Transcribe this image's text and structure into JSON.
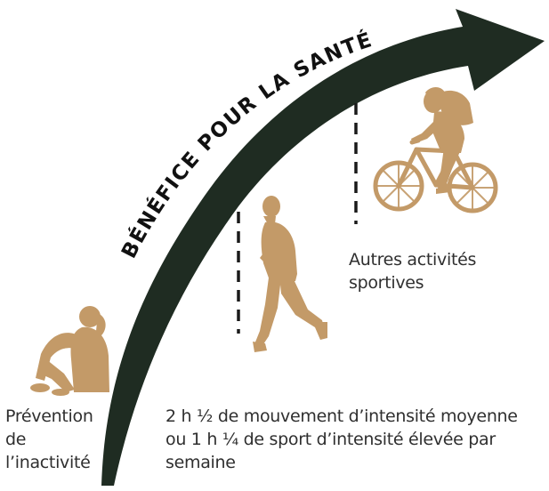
{
  "diagram": {
    "arrow_label": "BÉNÉFICE POUR LA SANTÉ",
    "colors": {
      "arrow": "#1f2c22",
      "figure": "#c39a68",
      "text": "#2f2f2f",
      "divider": "#1a1a1a"
    },
    "stages": [
      {
        "figure": "sitting-person-icon",
        "lines": [
          "Prévention",
          "de",
          "l’inactivité"
        ]
      },
      {
        "figure": "walking-person-icon",
        "lines": [
          "2 h ½ de mouvement d’intensité moyenne",
          "ou 1 h ¼ de sport d’intensité élevée par",
          "semaine"
        ]
      },
      {
        "figure": "cyclist-icon",
        "lines": [
          "Autres activités",
          "sportives"
        ]
      }
    ]
  }
}
